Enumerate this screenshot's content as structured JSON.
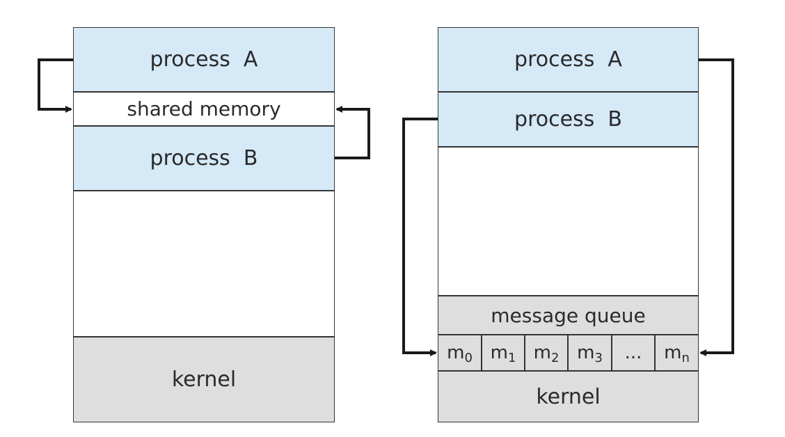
{
  "colors": {
    "process_fill": "#d5e9f7",
    "white_fill": "#ffffff",
    "kernel_fill": "#dedede",
    "border": "#333333",
    "arrow": "#1a1a1a",
    "text": "#2a2a2a"
  },
  "left_diagram": {
    "process_a": "process  A",
    "shared_memory": "shared memory",
    "process_b": "process  B",
    "kernel": "kernel"
  },
  "right_diagram": {
    "process_a": "process  A",
    "process_b": "process  B",
    "message_queue": "message queue",
    "messages": [
      {
        "base": "m",
        "sub": "0"
      },
      {
        "base": "m",
        "sub": "1"
      },
      {
        "base": "m",
        "sub": "2"
      },
      {
        "base": "m",
        "sub": "3"
      },
      {
        "base": "...",
        "sub": ""
      },
      {
        "base": "m",
        "sub": "n"
      }
    ],
    "kernel": "kernel"
  }
}
